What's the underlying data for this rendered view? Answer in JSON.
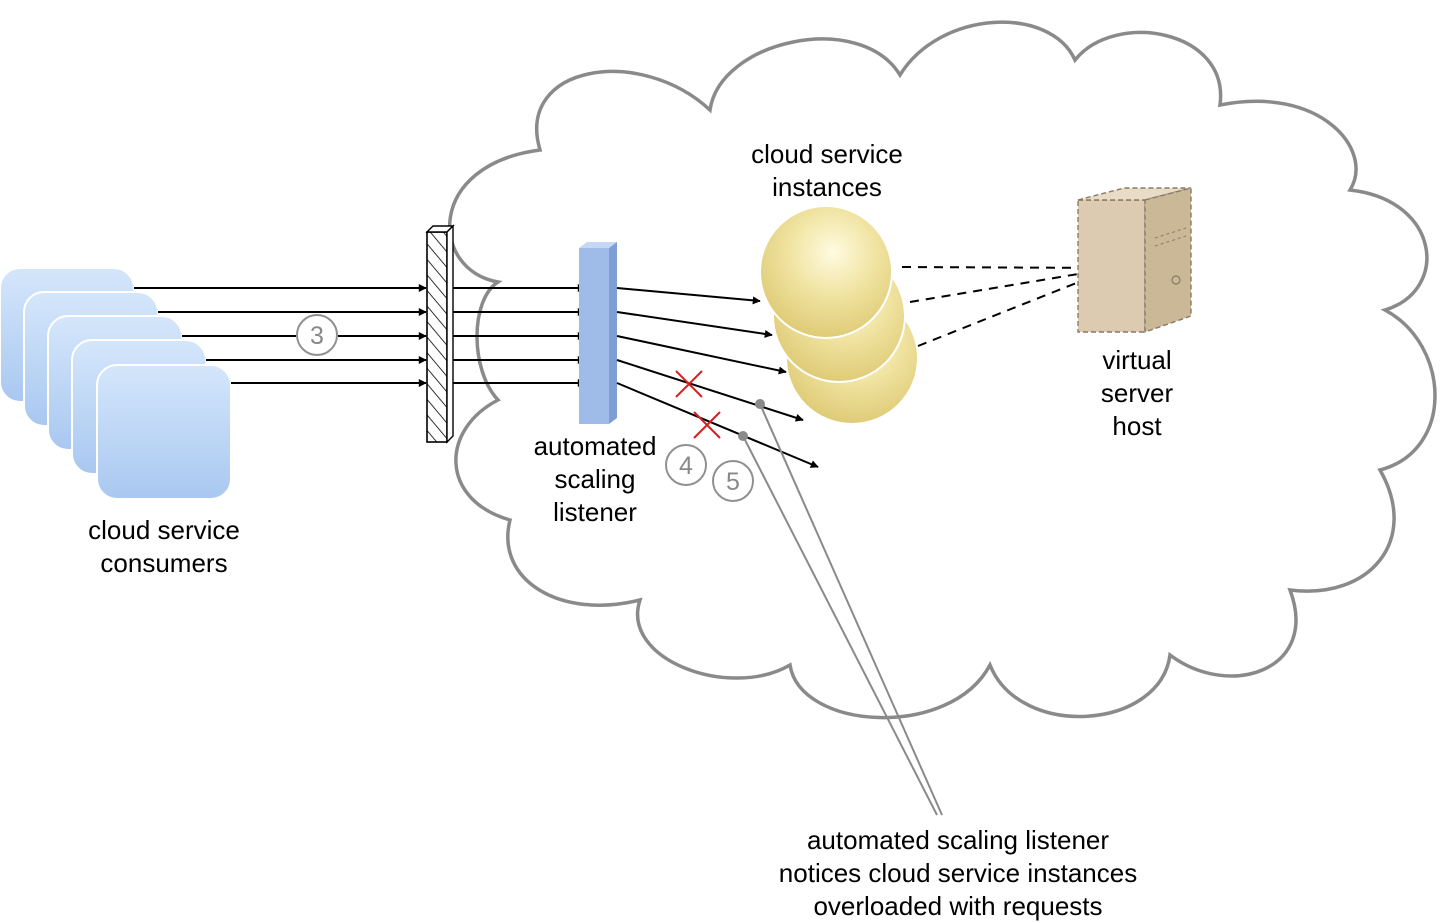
{
  "labels": {
    "consumers": [
      "cloud service",
      "consumers"
    ],
    "listener": [
      "automated",
      "scaling",
      "listener"
    ],
    "instances": [
      "cloud service",
      "instances"
    ],
    "host": [
      "virtual",
      "server",
      "host"
    ],
    "callout": [
      "automated scaling listener",
      "notices cloud service instances",
      "overloaded with requests"
    ]
  },
  "steps": [
    "3",
    "4",
    "5"
  ],
  "colors": {
    "cloud_outline": "#8a8a8a",
    "consumer_fill": "#b8d4f5",
    "listener_fill": "#9db8e6",
    "instance_fill": "#eadc8c",
    "host_fill": "#d8c8ac",
    "cross": "#d62020",
    "step_outline": "#909090"
  },
  "icons": [
    "firewall-icon",
    "server-icon"
  ]
}
